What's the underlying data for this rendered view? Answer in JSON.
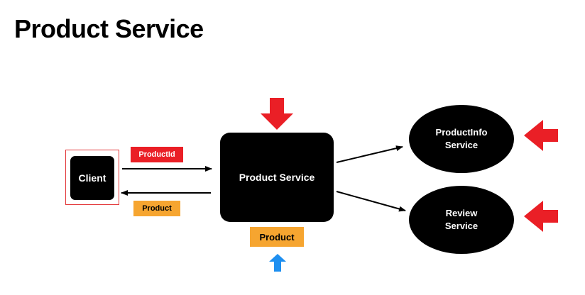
{
  "title": "Product Service",
  "nodes": {
    "client": "Client",
    "product_service": "Product Service",
    "productinfo_service": {
      "line1": "ProductInfo",
      "line2": "Service"
    },
    "review_service": {
      "line1": "Review",
      "line2": "Service"
    }
  },
  "labels": {
    "request": "ProductId",
    "response": "Product",
    "product_output": "Product"
  },
  "colors": {
    "box": "#000000",
    "highlight_arrow": "#ea1f26",
    "input_arrow": "#1e8ff0",
    "request_tag": "#ea1f26",
    "response_tag": "#f6a530",
    "client_frame": "#e3393b"
  }
}
